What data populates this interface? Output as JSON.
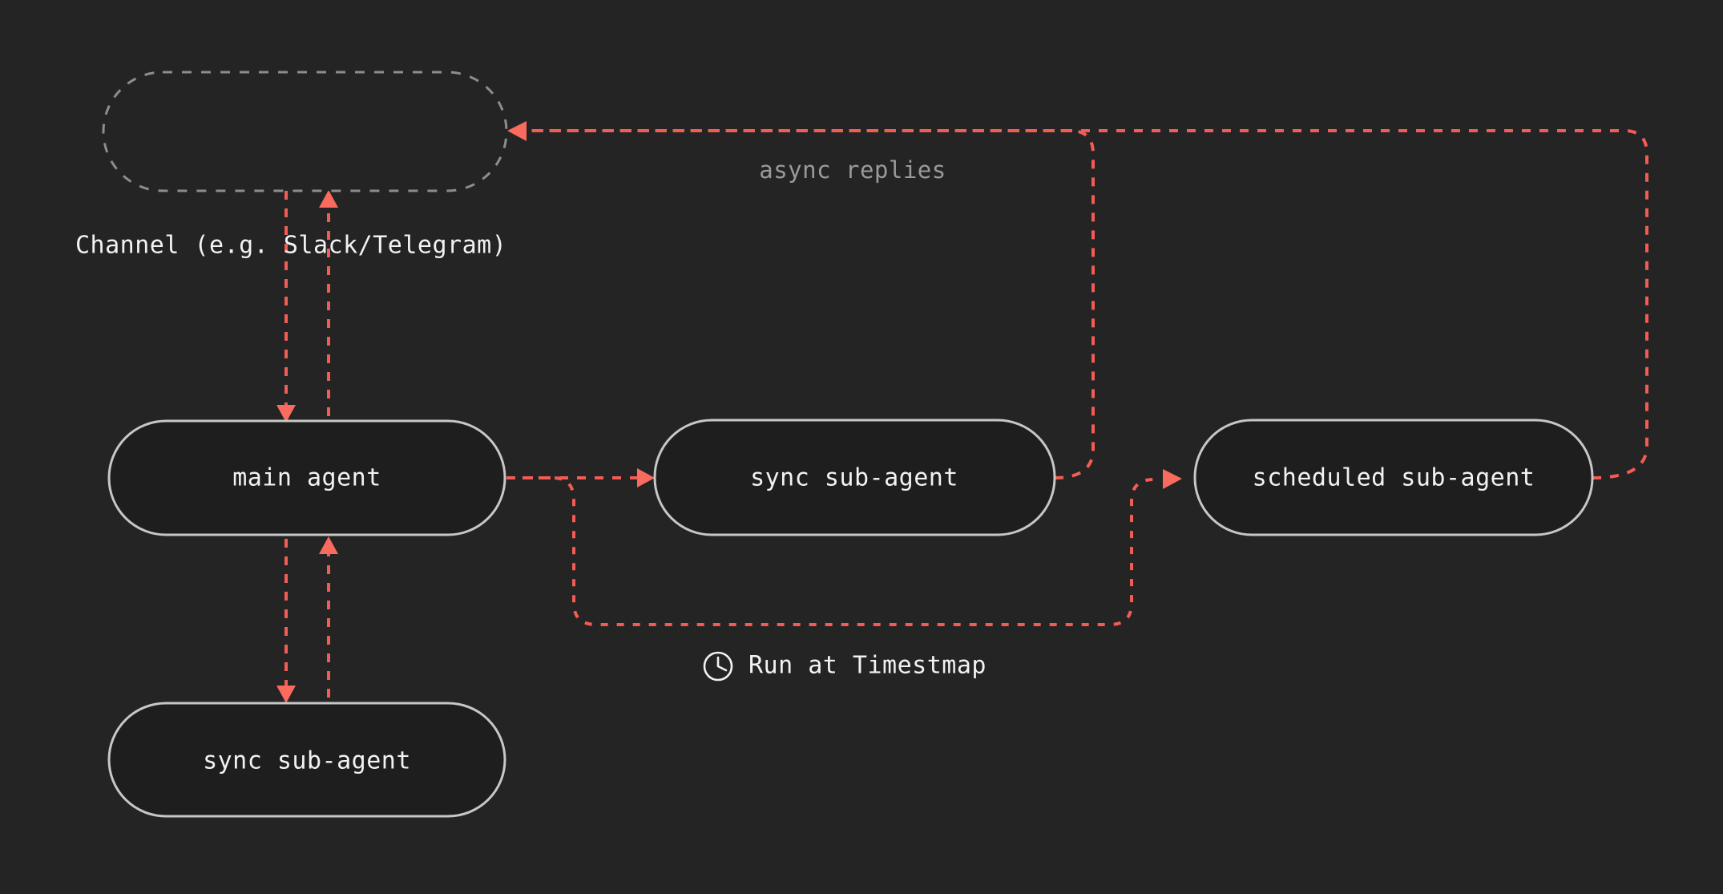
{
  "diagram": {
    "title": "agent orchestration flow",
    "background_color": "#242424",
    "accent_color": "#f25c54",
    "node_fill": "#1e1e1e",
    "node_border": "#c7c7c7",
    "dashed_border": "#8d8d8d",
    "text_color": "#f2f2f2",
    "muted_text_color": "#9a9a9a"
  },
  "nodes": {
    "channel": {
      "label": "",
      "caption": "Channel (e.g. Slack/Telegram)",
      "style": "dashed"
    },
    "main_agent": {
      "label": "main agent",
      "style": "solid"
    },
    "sync_sub_agent_right": {
      "label": "sync sub-agent",
      "style": "solid"
    },
    "scheduled_sub_agent": {
      "label": "scheduled sub-agent",
      "style": "solid"
    },
    "sync_sub_agent_bottom": {
      "label": "sync sub-agent",
      "style": "solid"
    }
  },
  "edges": {
    "async_replies": {
      "label": "async replies"
    },
    "run_at_timestamp": {
      "label": "Run at Timestmap",
      "icon": "clock-icon"
    }
  }
}
